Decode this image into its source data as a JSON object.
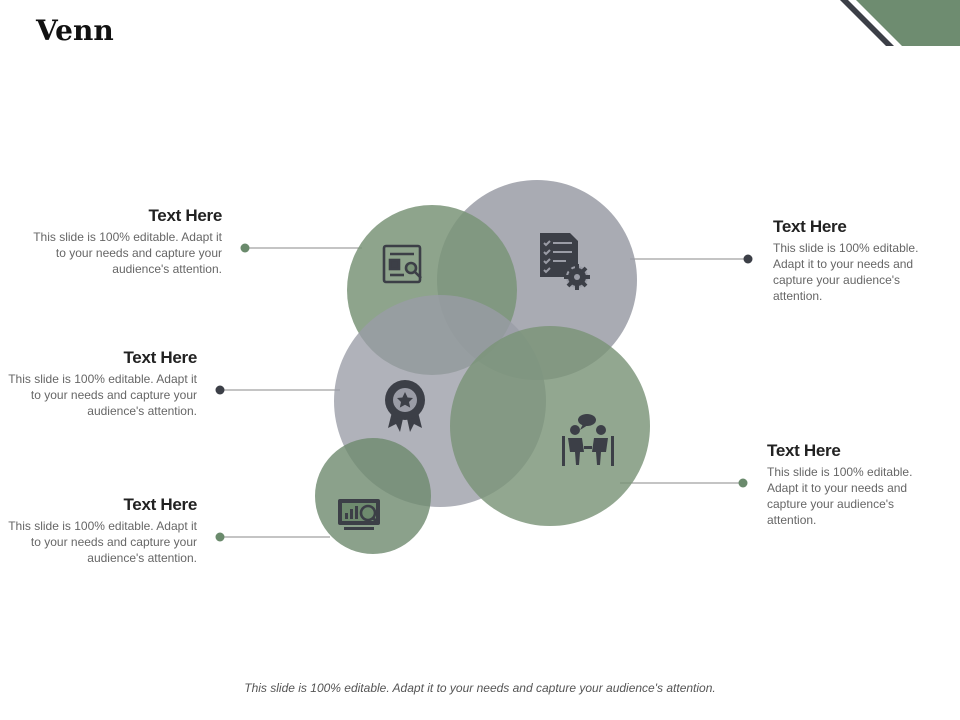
{
  "title": "Venn",
  "colors": {
    "green": "#7a9478",
    "gray": "#9a9ca6",
    "dark": "#3c3f47",
    "accent": "#6a8a6c"
  },
  "blocks": [
    {
      "heading": "Text Here",
      "body": "This slide is 100% editable. Adapt it to your needs and capture your audience's attention.",
      "icon": "document-search-icon"
    },
    {
      "heading": "Text Here",
      "body": "This slide is 100% editable. Adapt it to your needs and capture your audience's attention.",
      "icon": "award-badge-icon"
    },
    {
      "heading": "Text Here",
      "body": "This slide is 100% editable. Adapt it to your needs and capture your audience's attention.",
      "icon": "chart-search-icon"
    },
    {
      "heading": "Text Here",
      "body": "This slide is 100% editable. Adapt it to your needs and capture your audience's attention.",
      "icon": "checklist-gear-icon"
    },
    {
      "heading": "Text Here",
      "body": "This slide is 100% editable. Adapt it to your needs and capture your audience's attention.",
      "icon": "meeting-icon"
    }
  ],
  "footer": "This slide is 100% editable. Adapt it to your needs and capture your audience's attention."
}
